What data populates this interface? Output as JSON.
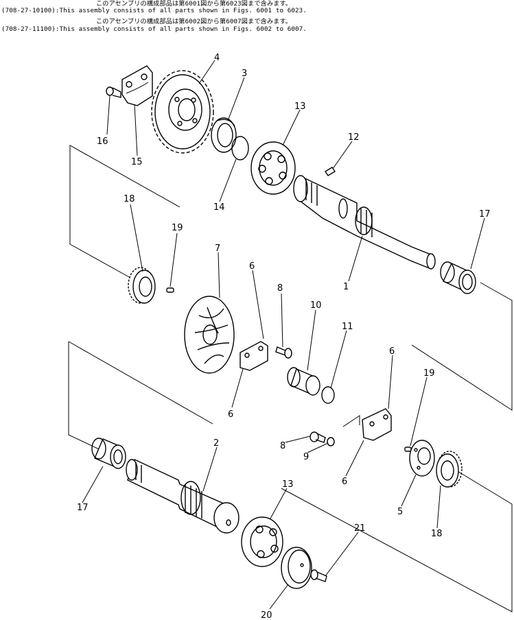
{
  "header": {
    "line1": "このアセンブリの構成部品は第6001図から第6023図まで含みます。",
    "line2": "(708-27-10100):This assembly consists of all parts shown in Figs. 6001 to 6023.",
    "line3": "このアセンブリの構成部品は第6002図から第6007図まで含みます。",
    "line4": "(708-27-11100):This assembly consists of all parts shown in Figs. 6002 to 6007."
  },
  "callouts": {
    "c1": "1",
    "c2": "2",
    "c3": "3",
    "c4": "4",
    "c5": "5",
    "c6a": "6",
    "c6b": "6",
    "c6c": "6",
    "c6d": "6",
    "c7": "7",
    "c8a": "8",
    "c8b": "8",
    "c9": "9",
    "c10": "10",
    "c11": "11",
    "c12": "12",
    "c13a": "13",
    "c13b": "13",
    "c14": "14",
    "c15": "15",
    "c16": "16",
    "c17a": "17",
    "c17b": "17",
    "c18a": "18",
    "c18b": "18",
    "c19a": "19",
    "c19b": "19",
    "c20": "20",
    "c21": "21"
  }
}
